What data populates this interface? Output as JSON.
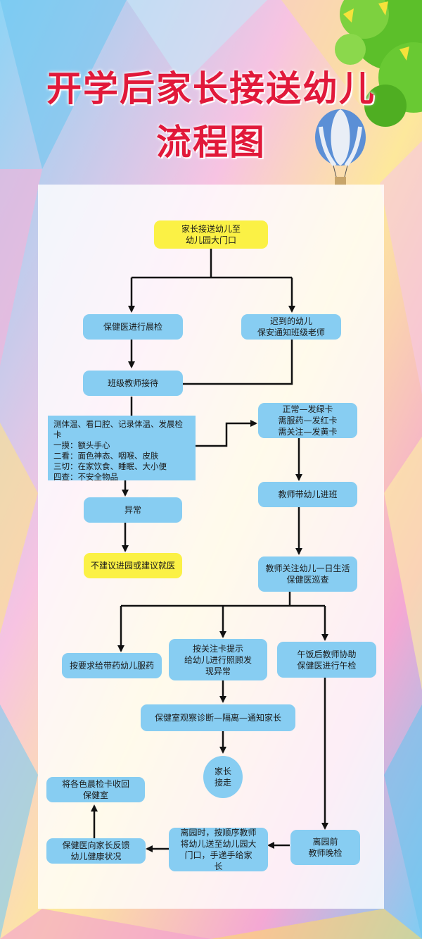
{
  "title": {
    "line1": "开学后家长接送幼儿",
    "line2": "流程图"
  },
  "nodes": {
    "start": "家长接送幼儿至\n幼儿园大门口",
    "morning_check": "保健医进行晨检",
    "late": "迟到的幼儿\n保安通知班级老师",
    "class_teacher": "班级教师接待",
    "check_items": "测体温、看口腔、记录体温、发晨检卡\n一摸：额头手心\n二看：面色神态、咽喉、皮肤\n三切：在家饮食、睡眠、大小便\n四查：不安全物品",
    "cards": "正常—发绿卡\n需服药—发红卡\n需关注—发黄卡",
    "abnormal": "异常",
    "not_recommended": "不建议进园或建议就医",
    "enter_class": "教师带幼儿进班",
    "daily_care": "教师关注幼儿一日生活\n保健医巡查",
    "medicine": "按要求给带药幼儿服药",
    "attention": "按关注卡提示\n给幼儿进行照顾发\n现异常",
    "noon_check": "午饭后教师协助\n保健医进行午检",
    "observe": "保健室观察诊断—隔离—通知家长",
    "pickup": "家长\n接走",
    "evening_check": "离园前\n教师晚检",
    "leave": "离园时，按顺序教师\n将幼儿送至幼儿园大\n门口，手递手给家\n长",
    "feedback": "保健医向家长反馈\n幼儿健康状况",
    "collect_card": "将各色晨检卡收回\n保健室"
  },
  "colors": {
    "title": "#e1193a",
    "box_blue": "#87cdf2",
    "box_yellow": "#fbf145",
    "arrow": "#111111"
  },
  "icons": [
    "tree-leaves-icon",
    "hot-air-balloon-icon"
  ]
}
